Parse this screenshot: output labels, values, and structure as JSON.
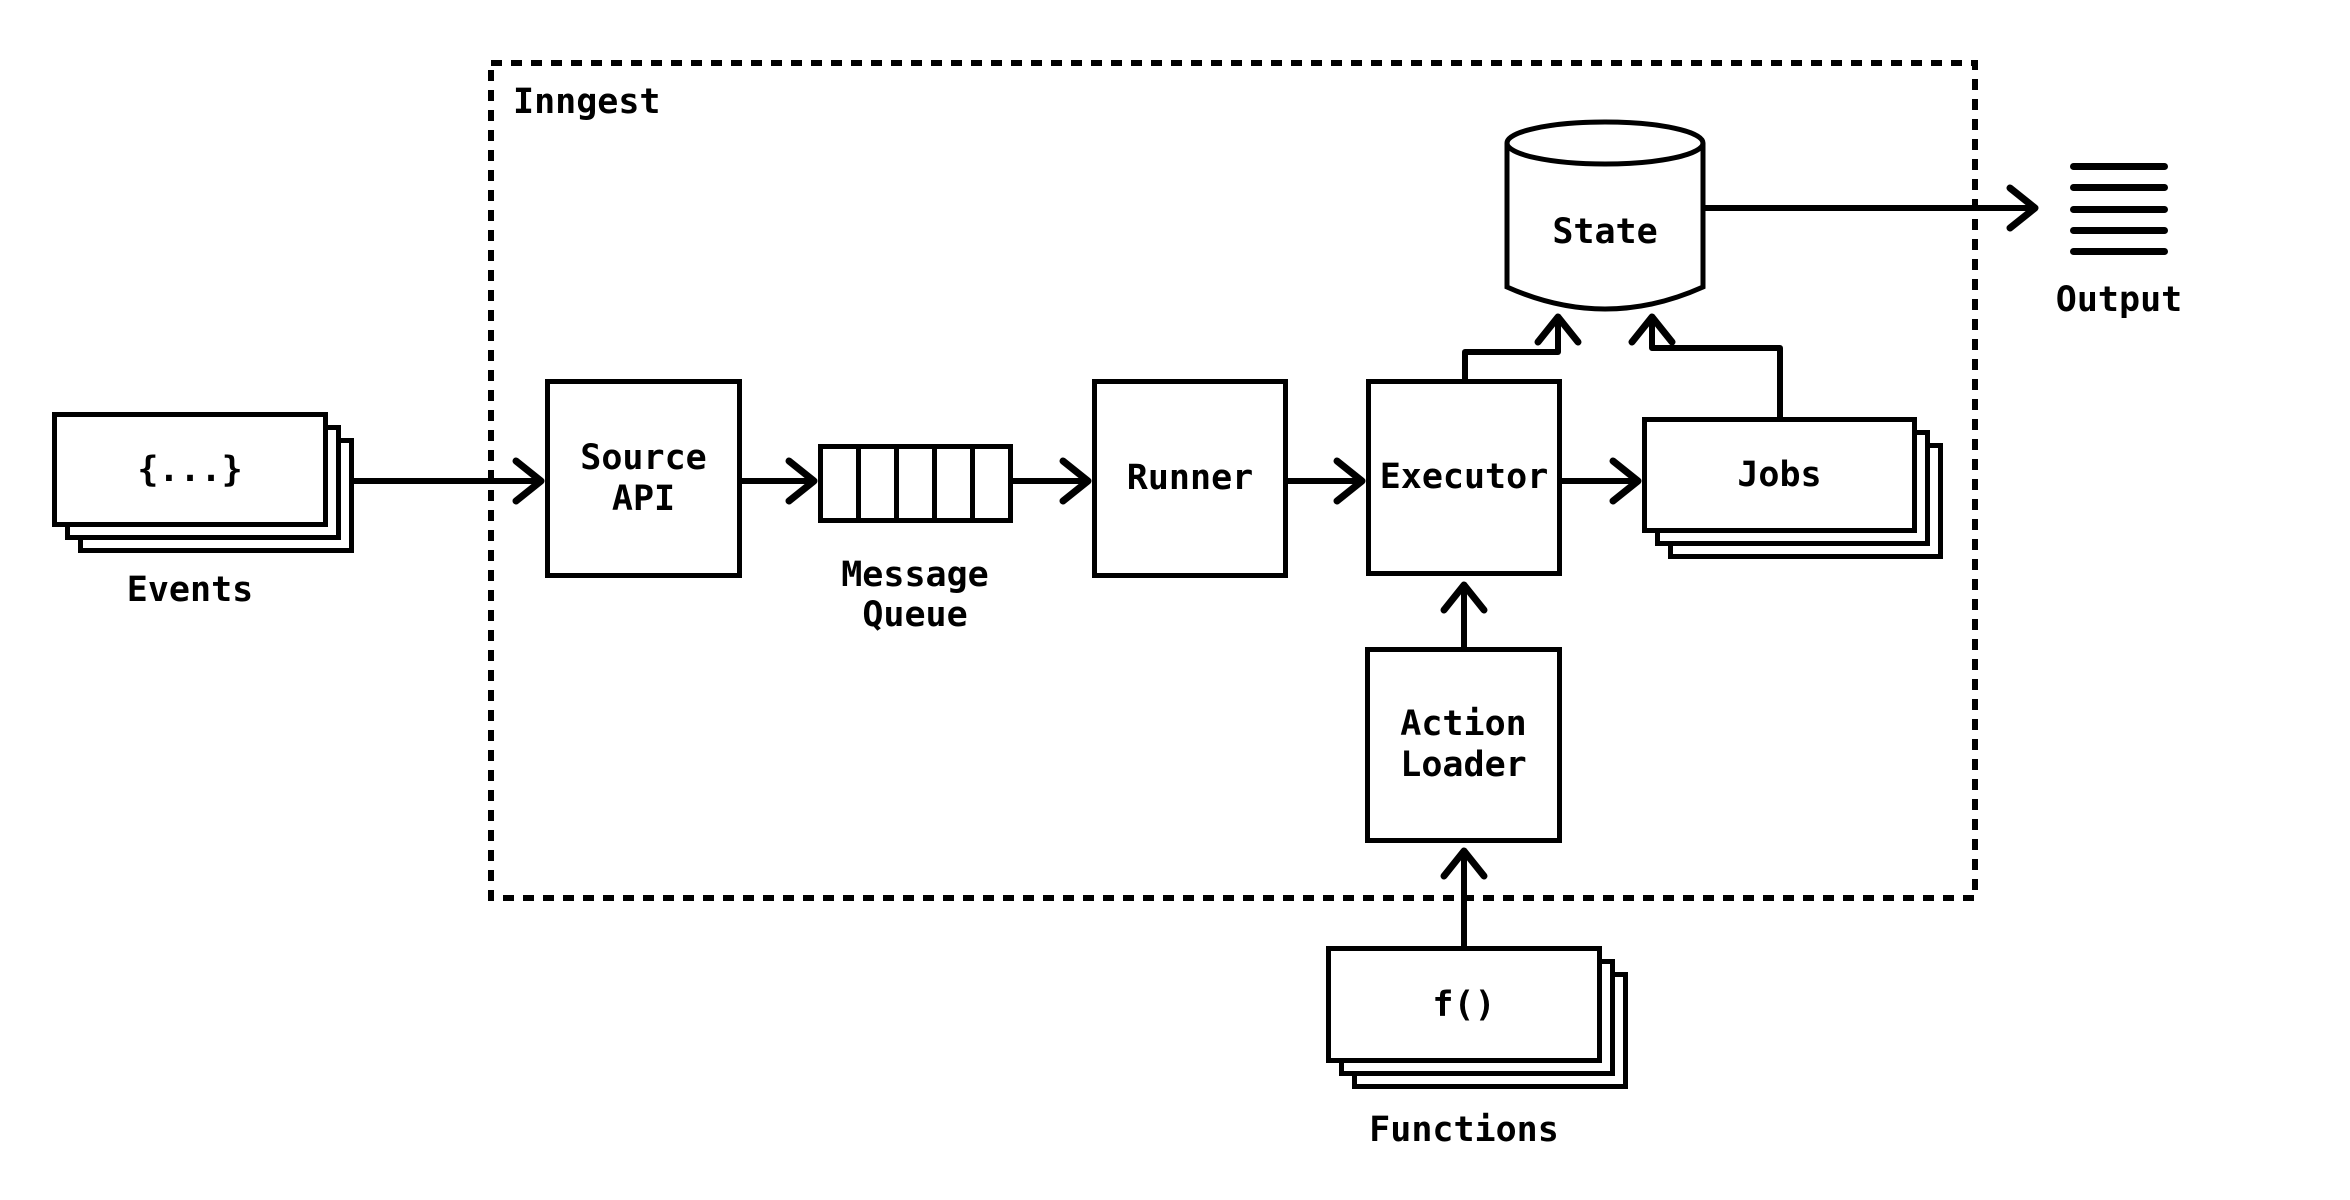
{
  "diagram": {
    "container_label": "Inngest",
    "nodes": {
      "events": {
        "card_text": "{...}",
        "caption": "Events"
      },
      "source_api": {
        "label": "Source\nAPI"
      },
      "message_queue": {
        "caption": "Message\nQueue"
      },
      "runner": {
        "label": "Runner"
      },
      "executor": {
        "label": "Executor"
      },
      "jobs": {
        "label": "Jobs"
      },
      "state": {
        "label": "State"
      },
      "output": {
        "caption": "Output"
      },
      "action_loader": {
        "label": "Action\nLoader"
      },
      "functions": {
        "card_text": "f()",
        "caption": "Functions"
      }
    },
    "colors": {
      "line": "#000000",
      "background": "#ffffff"
    }
  }
}
